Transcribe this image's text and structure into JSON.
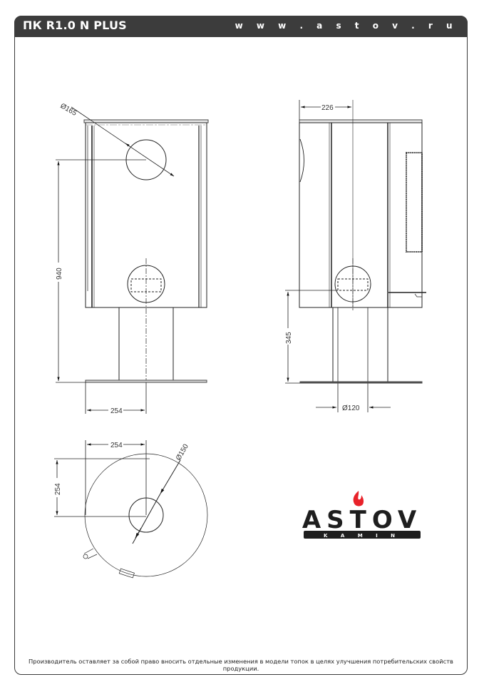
{
  "header": {
    "title": "ПК R1.0 N PLUS",
    "url": "w w w . a s t o v . r u"
  },
  "front_view": {
    "flue_diameter_label": "Ø165",
    "height_label": "940",
    "width_label": "254"
  },
  "side_view": {
    "depth_label": "226",
    "base_height_label": "345",
    "pipe_diameter_label": "Ø120"
  },
  "top_view": {
    "width_label": "254",
    "depth_label": "254",
    "diameter_label": "Ø150"
  },
  "logo": {
    "brand": "ASTOV",
    "sub": "K A M I N",
    "flame_color": "#e8222a",
    "text_color": "#1e1e1e"
  },
  "footer": {
    "disclaimer": "Производитель оставляет за собой право вносить отдельные изменения в модели топок в целях улучшения потребительских свойств продукции."
  },
  "colors": {
    "header_bg": "#3c3c3c",
    "line": "#222222"
  }
}
